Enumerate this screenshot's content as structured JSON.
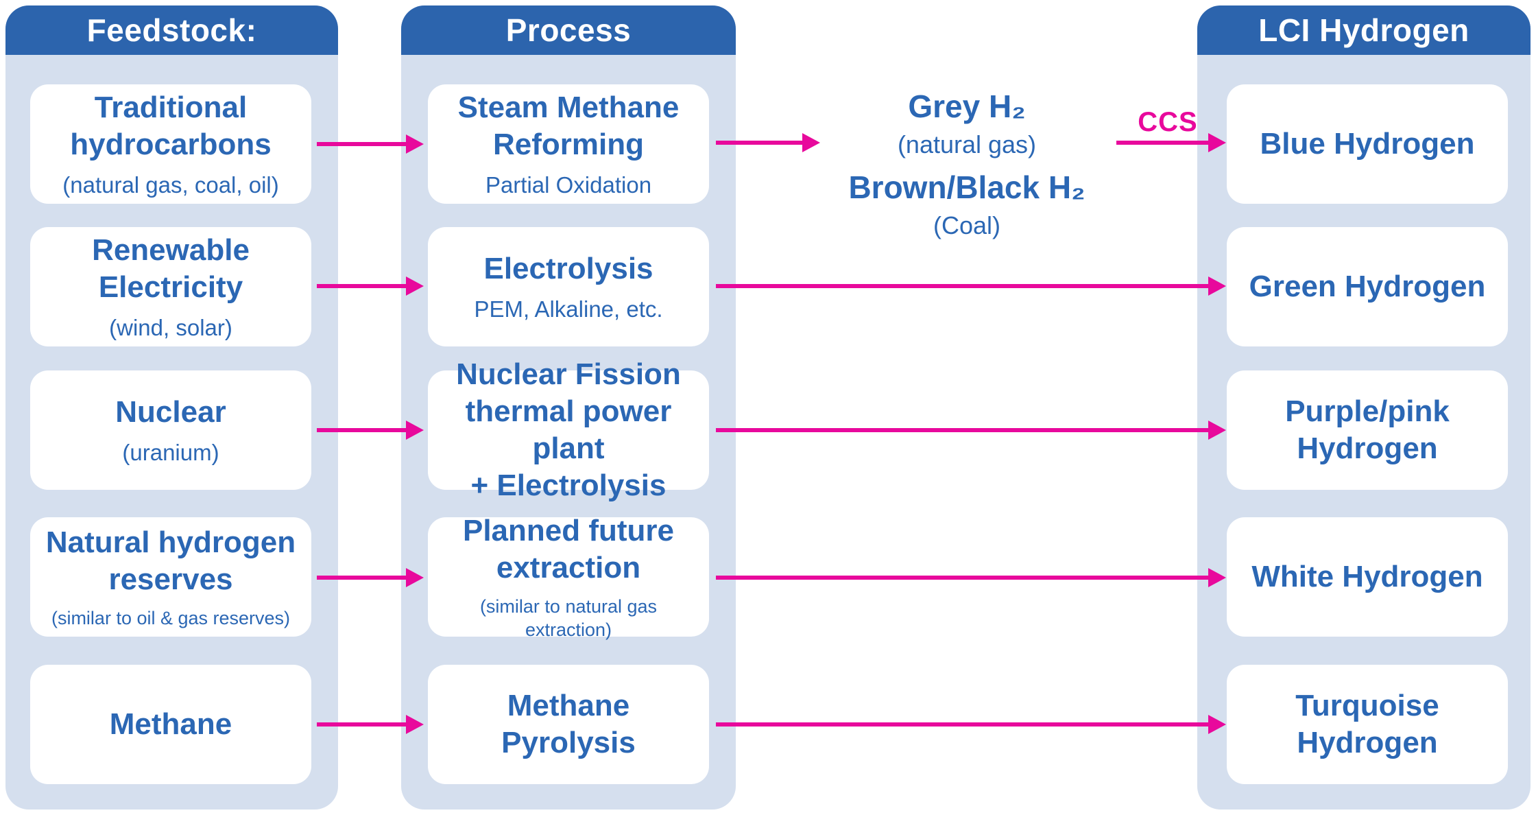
{
  "colors": {
    "header_blue": "#2c64ad",
    "panel_blue": "#d5dfee",
    "text_blue": "#2b67b4",
    "magenta": "#e8099c",
    "box_white": "#ffffff"
  },
  "columns": [
    {
      "header": "Feedstock:"
    },
    {
      "header": "Process"
    },
    {
      "header": "LCI Hydrogen"
    }
  ],
  "rows": [
    {
      "feedstock": {
        "title": "Traditional\nhydrocarbons",
        "sub": "(natural gas, coal, oil)"
      },
      "process": {
        "title": "Steam Methane\nReforming",
        "sub": "Partial Oxidation"
      },
      "lci": {
        "title": "Blue Hydrogen"
      }
    },
    {
      "feedstock": {
        "title": "Renewable\nElectricity",
        "sub": "(wind, solar)"
      },
      "process": {
        "title": "Electrolysis",
        "sub": "PEM, Alkaline, etc."
      },
      "lci": {
        "title": "Green Hydrogen"
      }
    },
    {
      "feedstock": {
        "title": "Nuclear",
        "sub": "(uranium)"
      },
      "process": {
        "title": "Nuclear Fission\nthermal power plant\n+ Electrolysis"
      },
      "lci": {
        "title": "Purple/pink\nHydrogen"
      }
    },
    {
      "feedstock": {
        "title": "Natural hydrogen\nreserves",
        "sub": "(similar to oil & gas reserves)"
      },
      "process": {
        "title": "Planned future\nextraction",
        "sub": "(similar to natural gas extraction)"
      },
      "lci": {
        "title": "White Hydrogen"
      }
    },
    {
      "feedstock": {
        "title": "Methane"
      },
      "process": {
        "title": "Methane\nPyrolysis"
      },
      "lci": {
        "title": "Turquoise\nHydrogen"
      }
    }
  ],
  "intermediate": {
    "grey_title": "Grey H₂",
    "grey_sub": "(natural gas)",
    "brown_title": "Brown/Black H₂",
    "brown_sub": "(Coal)",
    "ccs_label": "CCS"
  }
}
